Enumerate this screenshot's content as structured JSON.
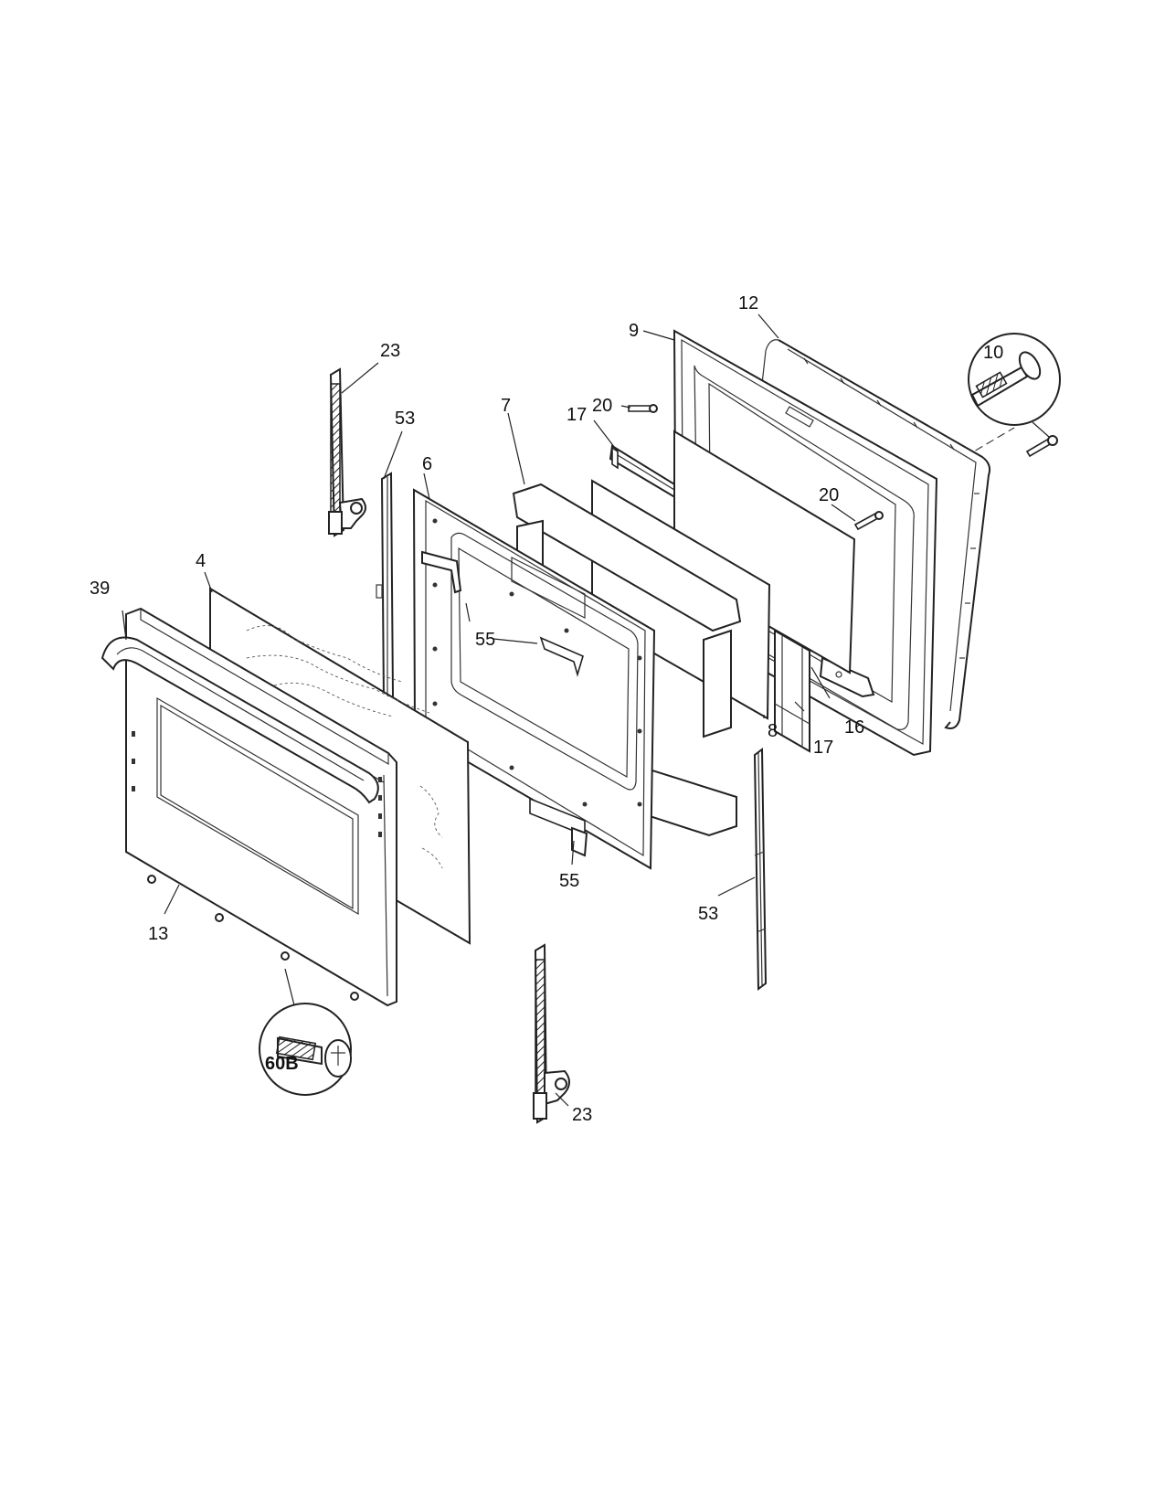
{
  "callouts": [
    {
      "id": "12",
      "text": "12"
    },
    {
      "id": "9",
      "text": "9"
    },
    {
      "id": "10",
      "text": "10"
    },
    {
      "id": "23a",
      "text": "23"
    },
    {
      "id": "20a",
      "text": "20"
    },
    {
      "id": "7",
      "text": "7"
    },
    {
      "id": "17a",
      "text": "17"
    },
    {
      "id": "53a",
      "text": "53"
    },
    {
      "id": "6",
      "text": "6"
    },
    {
      "id": "20b",
      "text": "20"
    },
    {
      "id": "4",
      "text": "4"
    },
    {
      "id": "39",
      "text": "39"
    },
    {
      "id": "55a",
      "text": "55"
    },
    {
      "id": "16",
      "text": "16"
    },
    {
      "id": "8",
      "text": "8"
    },
    {
      "id": "17b",
      "text": "17"
    },
    {
      "id": "55b",
      "text": "55"
    },
    {
      "id": "53b",
      "text": "53"
    },
    {
      "id": "13",
      "text": "13"
    },
    {
      "id": "60B",
      "text": "60B"
    },
    {
      "id": "23b",
      "text": "23"
    }
  ]
}
